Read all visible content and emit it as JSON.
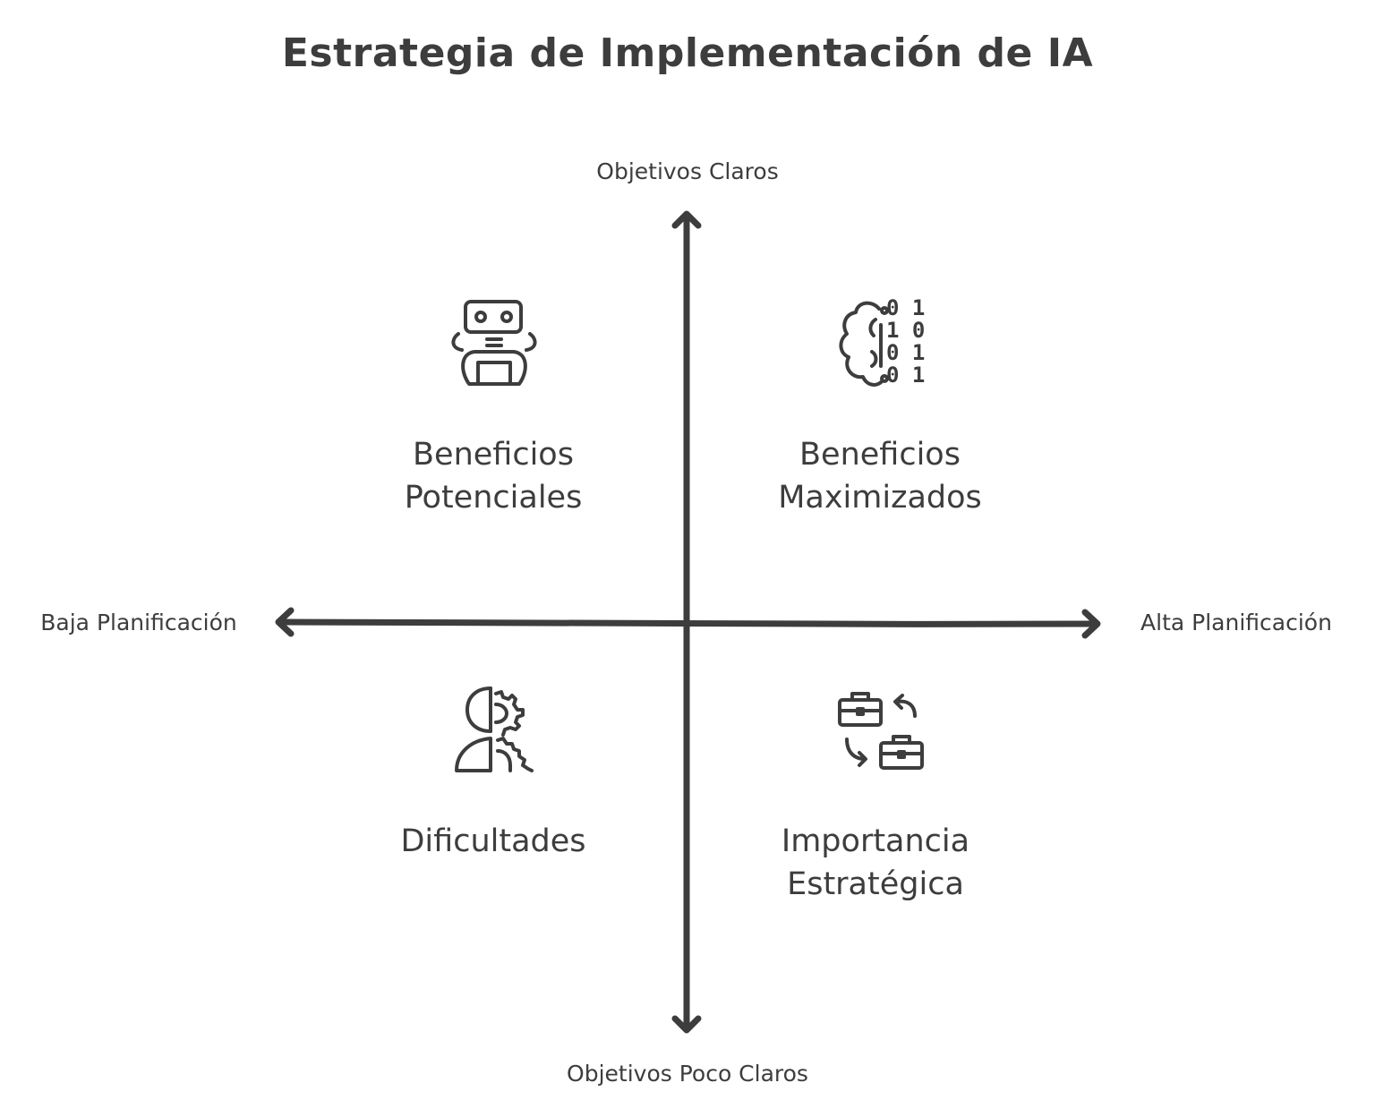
{
  "title": "Estrategia de Implementación de IA",
  "axes": {
    "top": "Objetivos Claros",
    "bottom": "Objetivos Poco Claros",
    "left": "Baja Planificación",
    "right": "Alta Planificación"
  },
  "quadrants": {
    "top_left": {
      "line1": "Beneficios",
      "line2": "Potenciales",
      "icon": "robot-icon"
    },
    "top_right": {
      "line1": "Beneficios",
      "line2": "Maximizados",
      "icon": "brain-binary-icon",
      "binary": [
        "0 1",
        "1 0",
        "0 1",
        "0 1"
      ]
    },
    "bottom_left": {
      "line1": "Dificultades",
      "icon": "head-gear-icon"
    },
    "bottom_right": {
      "line1": "Importancia",
      "line2": "Estratégica",
      "icon": "briefcase-swap-icon"
    }
  },
  "colors": {
    "ink": "#3d3d3d",
    "background": "#ffffff"
  }
}
